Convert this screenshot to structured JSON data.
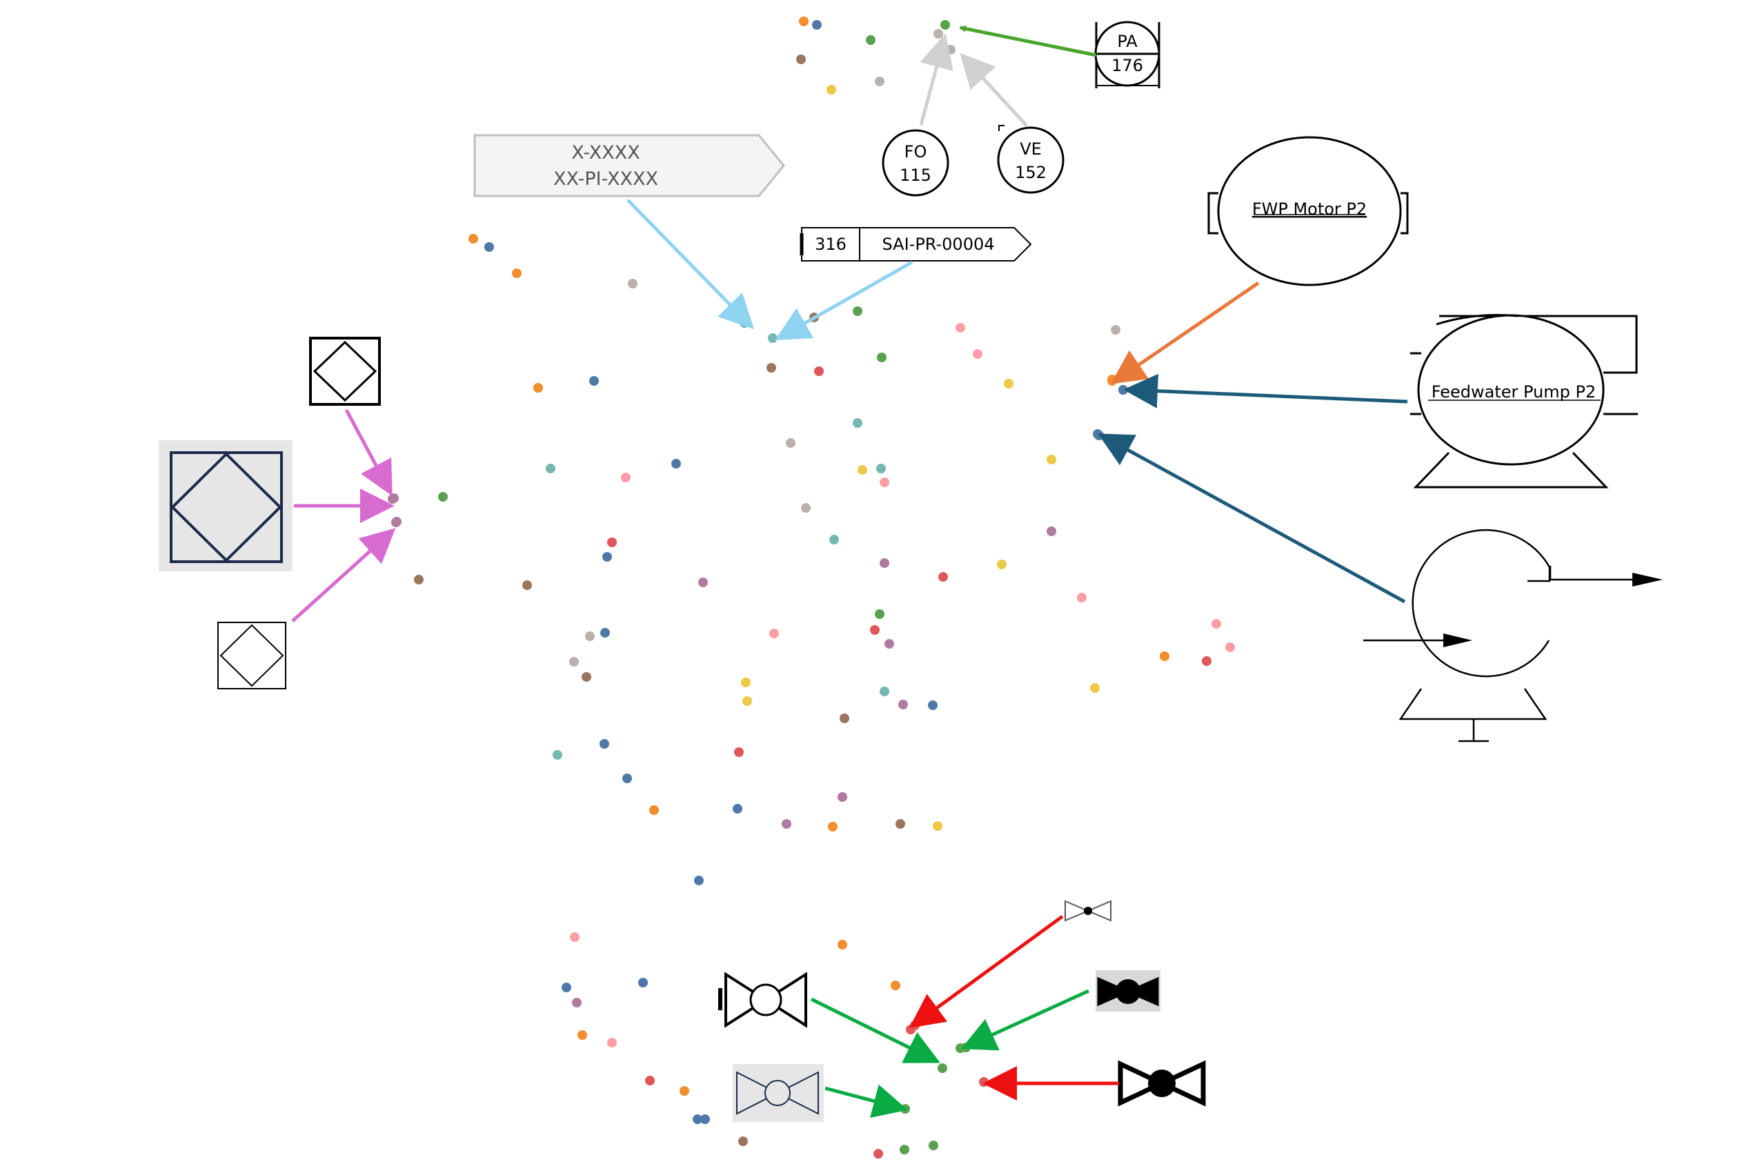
{
  "labels": {
    "flag_line1": "X-XXXX",
    "flag_line2": "XX-PI-XXXX",
    "offpage_num": "316",
    "offpage_ref": "SAI-PR-00004",
    "pa_top": "PA",
    "pa_bottom": "176",
    "fo_top": "FO",
    "fo_bottom": "115",
    "ve_top": "VE",
    "ve_bottom": "152",
    "motor": "FWP Motor P2",
    "pump": "Feedwater Pump P2"
  },
  "colors": {
    "blue": "#4e79a7",
    "orange": "#f28e2b",
    "red": "#e15759",
    "teal": "#76b7b2",
    "green": "#59a14f",
    "yellow": "#edc948",
    "purple": "#b07aa1",
    "pink": "#ff9da7",
    "brown": "#9c755f",
    "gray": "#bab0ac",
    "arrow_green_light": "#4aa52e",
    "arrow_gray": "#d0d0d0",
    "arrow_lightblue": "#8fd3f0",
    "arrow_orange": "#e8793a",
    "arrow_darkblue": "#1d5a7a",
    "arrow_magenta": "#d86bd0",
    "arrow_red": "#ee1111",
    "arrow_green": "#0aaa44"
  }
}
